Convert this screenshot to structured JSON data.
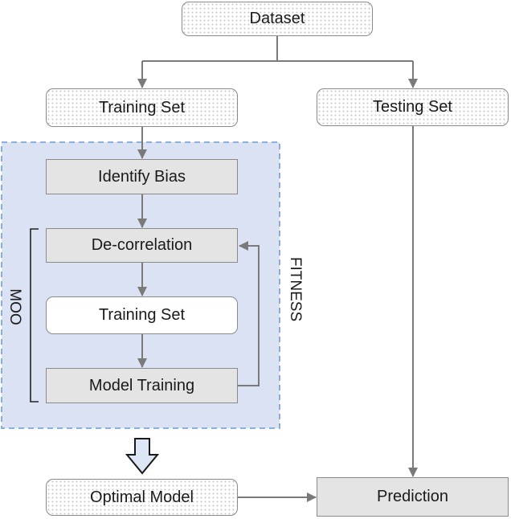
{
  "nodes": {
    "dataset": "Dataset",
    "training_set": "Training Set",
    "testing_set": "Testing Set",
    "identify_bias": "Identify Bias",
    "decorrelation": "De-correlation",
    "inner_training_set": "Training Set",
    "model_training": "Model Training",
    "optimal_model": "Optimal Model",
    "prediction": "Prediction"
  },
  "labels": {
    "moo": "MOO",
    "fitness": "FITNESS"
  },
  "colors": {
    "region_fill": "#dbe2f3",
    "region_border": "#7fa6d9",
    "line": "#7a7a7a",
    "hollow_arrow_fill": "#dde6f4"
  }
}
